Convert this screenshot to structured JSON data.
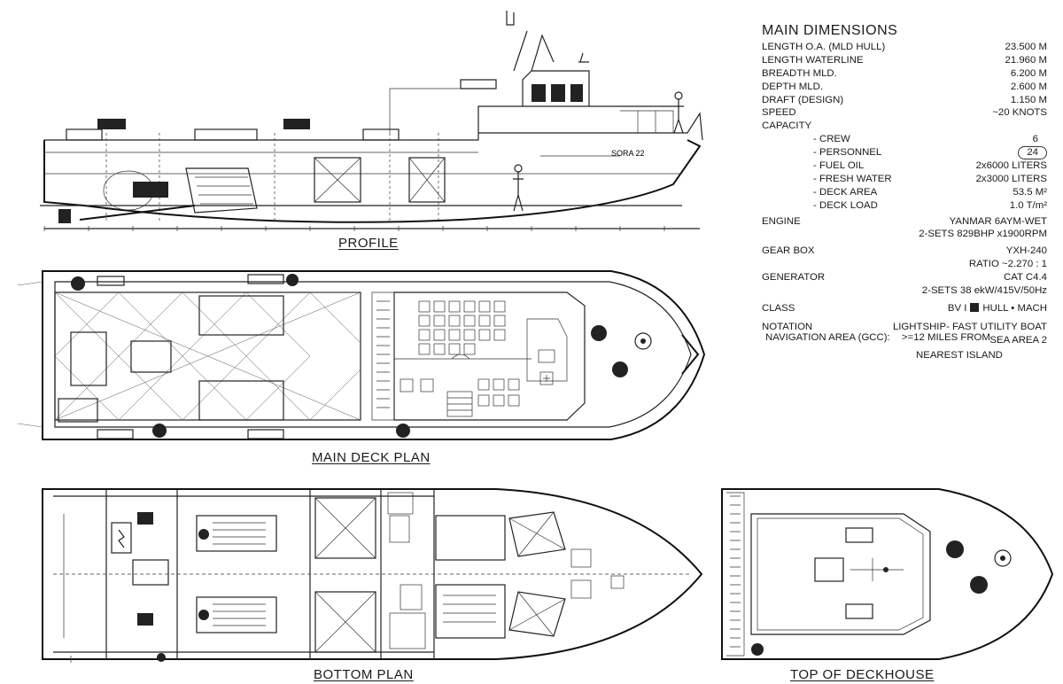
{
  "captions": {
    "profile": "PROFILE",
    "main_deck": "MAIN DECK PLAN",
    "bottom": "BOTTOM PLAN",
    "deckhouse": "TOP OF DECKHOUSE"
  },
  "vessel_name": "SORA 22",
  "main_dimensions": {
    "title": "MAIN DIMENSIONS",
    "rows": [
      {
        "label": "LENGTH O.A. (MLD HULL)",
        "value": "23.500 M"
      },
      {
        "label": "LENGTH WATERLINE",
        "value": "21.960 M"
      },
      {
        "label": "BREADTH MLD.",
        "value": "6.200 M"
      },
      {
        "label": "DEPTH MLD.",
        "value": "2.600 M"
      },
      {
        "label": "DRAFT (DESIGN)",
        "value": "1.150 M"
      },
      {
        "label": "SPEED",
        "value": "~20 KNOTS"
      }
    ],
    "capacity_label": "CAPACITY",
    "capacity": [
      {
        "label": "CREW",
        "value": "6"
      },
      {
        "label": "PERSONNEL",
        "value": "24"
      },
      {
        "label": "FUEL OIL",
        "value": "2x6000 LITERS"
      },
      {
        "label": "FRESH WATER",
        "value": "2x3000 LITERS"
      },
      {
        "label": "DECK AREA",
        "value": "53.5 M²"
      },
      {
        "label": "DECK LOAD",
        "value": "1.0 T/m²"
      }
    ],
    "engine_label": "ENGINE",
    "engine_1": "YANMAR 6AYM-WET",
    "engine_2": "2-SETS 829BHP x1900RPM",
    "gearbox_label": "GEAR BOX",
    "gearbox_1": "YXH-240",
    "gearbox_2": "RATIO ~2.270 : 1",
    "generator_label": "GENERATOR",
    "generator_1": "CAT C4.4",
    "generator_2": "2-SETS 38 ekW/415V/50Hz",
    "class_label": "CLASS",
    "class_bv": "BV I",
    "class_hull": "HULL",
    "class_dot": "•",
    "class_mach": "MACH",
    "notation_label": "NOTATION",
    "notation_1": "LIGHTSHIP- FAST UTILITY BOAT",
    "notation_2": "SEA AREA 2",
    "navigation_label": "NAVIGATION AREA (GCC):",
    "navigation_1": ">=12 MILES FROM",
    "navigation_2": "NEAREST ISLAND"
  }
}
